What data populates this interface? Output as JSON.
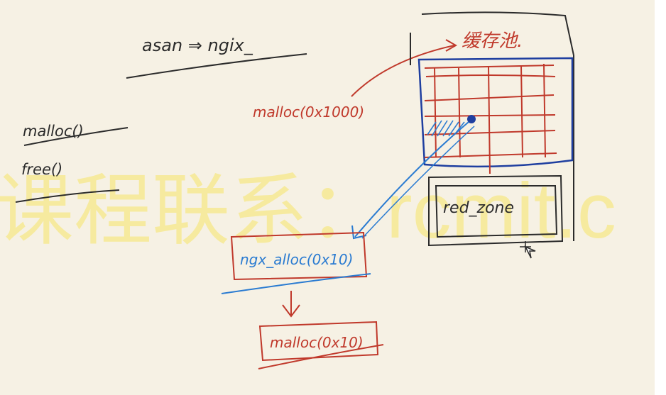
{
  "notes": {
    "title": "asan ⇒ ngix_",
    "malloc_call": "malloc()",
    "free_call": "free()",
    "malloc_1000": "malloc(0x1000)",
    "pool_label": "缓存池.",
    "red_zone": "red_zone",
    "ngx_alloc": "ngx_alloc(0x10)",
    "malloc_10": "malloc(0x10)",
    "watermark": "课程联系：rcmit.c"
  },
  "colors": {
    "ink": "#2b2b2b",
    "red": "#c0392b",
    "blue": "#2a7bd1",
    "navy": "#1f3fa0",
    "watermark": "#f6e98f"
  }
}
